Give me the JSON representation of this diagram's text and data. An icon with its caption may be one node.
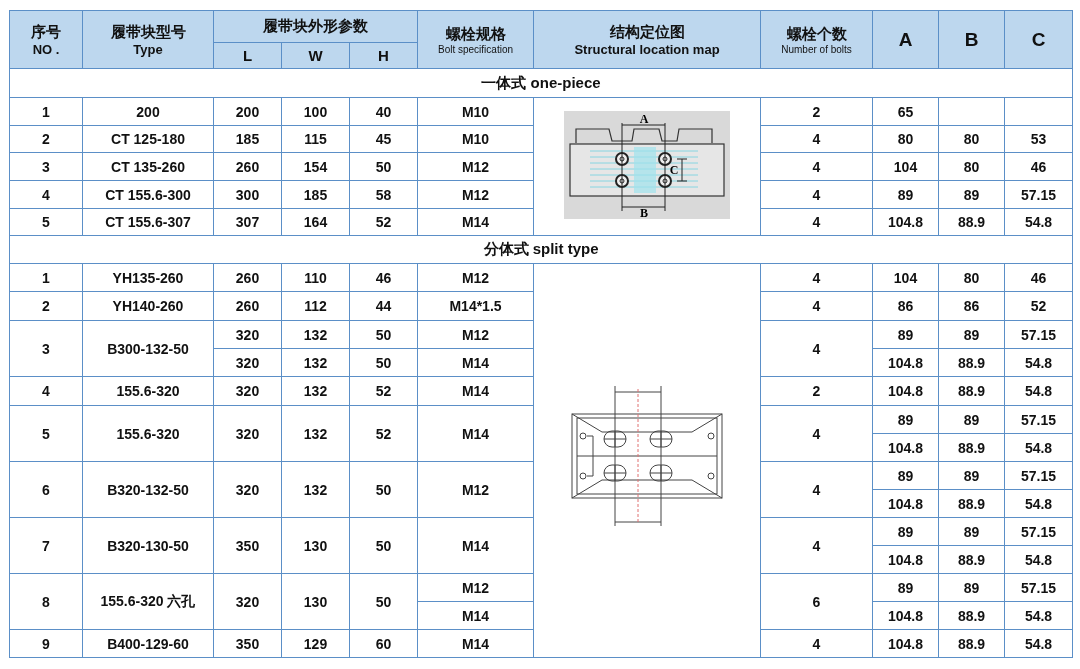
{
  "diagram": {
    "labels": [
      "序号",
      "NO .",
      "履带块型号",
      "Type",
      "履带块外形参数",
      "螺栓规格",
      "Bolt specification",
      "结构定位图",
      "Structural location map",
      "螺栓个数",
      "Number of bolts",
      "A",
      "B",
      "C",
      "L",
      "W",
      "H",
      "一体式 one-piece",
      "1",
      "200",
      "200",
      "100",
      "40",
      "M10",
      "2",
      "65",
      "2",
      "CT 125-180",
      "185",
      "115",
      "45",
      "M10",
      "4",
      "80",
      "80",
      "53",
      "3",
      "CT 135-260",
      "260",
      "154",
      "50",
      "M12",
      "4",
      "104",
      "80",
      "46",
      "4",
      "CT 155.6-300",
      "300",
      "185",
      "58",
      "M12",
      "4",
      "89",
      "89",
      "57.15",
      "5",
      "CT 155.6-307",
      "307",
      "164",
      "52",
      "M14",
      "4",
      "104.8",
      "88.9",
      "54.8",
      "分体式 split type",
      "1",
      "YH135-260",
      "260",
      "110",
      "46",
      "M12",
      "4",
      "104",
      "80",
      "46",
      "2",
      "YH140-260",
      "260",
      "112",
      "44",
      "M14*1.5",
      "4",
      "86",
      "86",
      "52",
      "3",
      "B300-132-50",
      "320",
      "132",
      "50",
      "M12",
      "4",
      "89",
      "89",
      "57.15",
      "320",
      "132",
      "50",
      "M14",
      "104.8",
      "88.9",
      "54.8",
      "4",
      "155.6-320",
      "320",
      "132",
      "52",
      "M14",
      "2",
      "104.8",
      "88.9",
      "54.8",
      "5",
      "155.6-320",
      "320",
      "132",
      "52",
      "M14",
      "4",
      "89",
      "89",
      "57.15",
      "104.8",
      "88.9",
      "54.8",
      "6",
      "B320-132-50",
      "320",
      "132",
      "50",
      "M12",
      "4",
      "89",
      "89",
      "57.15",
      "104.8",
      "88.9",
      "54.8",
      "7",
      "B320-130-50",
      "350",
      "130",
      "50",
      "M14",
      "4",
      "89",
      "89",
      "57.15",
      "104.8",
      "88.9",
      "54.8",
      "8",
      "155.6-320 六孔",
      "320",
      "130",
      "50",
      "M12",
      "6",
      "89",
      "89",
      "57.15",
      "M14",
      "104.8",
      "88.9",
      "54.8",
      "9",
      "B400-129-60",
      "350",
      "129",
      "60",
      "M14",
      "4",
      "104.8",
      "88.9",
      "54.8",
      "A",
      "B",
      "C"
    ]
  }
}
